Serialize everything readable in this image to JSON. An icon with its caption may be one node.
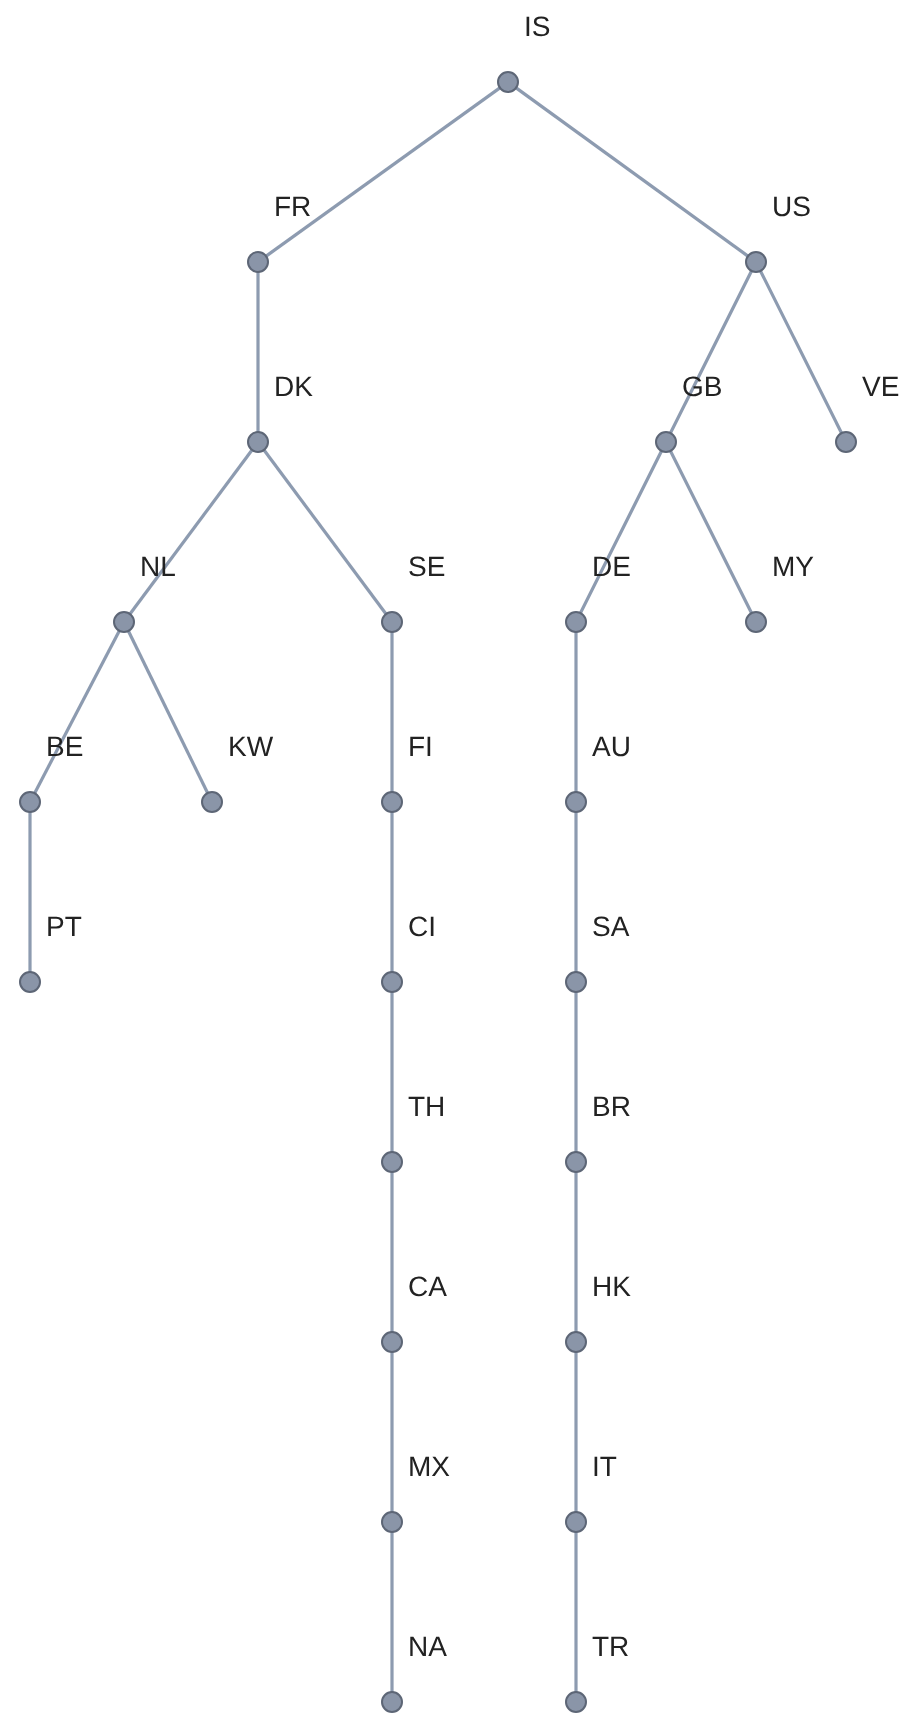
{
  "diagram": {
    "nodes": [
      {
        "text": [
          "IS"
        ]
      },
      {
        "text": [
          "FR"
        ]
      },
      {
        "text": [
          "US"
        ]
      },
      {
        "text": [
          "DK"
        ]
      },
      {
        "text": [
          "GB"
        ]
      },
      {
        "text": [
          "VE"
        ]
      },
      {
        "text": [
          "NL"
        ]
      },
      {
        "text": [
          "SE"
        ]
      },
      {
        "text": [
          "DE"
        ]
      },
      {
        "text": [
          "MY"
        ]
      },
      {
        "text": [
          "BE"
        ]
      },
      {
        "text": [
          "KW"
        ]
      },
      {
        "text": [
          "FI"
        ]
      },
      {
        "text": [
          "AU"
        ]
      },
      {
        "text": [
          "PT"
        ]
      },
      {
        "text": [
          "CI"
        ]
      },
      {
        "text": [
          "SA"
        ]
      },
      {
        "text": [
          "TH"
        ]
      },
      {
        "text": [
          "BR"
        ]
      },
      {
        "text": [
          "CA"
        ]
      },
      {
        "text": [
          "HK"
        ]
      },
      {
        "text": [
          "MX"
        ]
      },
      {
        "text": [
          "IT"
        ]
      },
      {
        "text": [
          "NA"
        ]
      },
      {
        "text": [
          "TR"
        ]
      }
    ],
    "edges": [
      {
        "from": 0,
        "to": 1,
        "arrow": "none"
      },
      {
        "from": 0,
        "to": 2,
        "arrow": "none"
      },
      {
        "from": 1,
        "to": 3,
        "arrow": "none"
      },
      {
        "from": 2,
        "to": 4,
        "arrow": "none"
      },
      {
        "from": 2,
        "to": 5,
        "arrow": "none"
      },
      {
        "from": 3,
        "to": 6,
        "arrow": "none"
      },
      {
        "from": 3,
        "to": 7,
        "arrow": "none"
      },
      {
        "from": 4,
        "to": 8,
        "arrow": "none"
      },
      {
        "from": 4,
        "to": 9,
        "arrow": "none"
      },
      {
        "from": 6,
        "to": 10,
        "arrow": "none"
      },
      {
        "from": 6,
        "to": 11,
        "arrow": "none"
      },
      {
        "from": 7,
        "to": 12,
        "arrow": "none"
      },
      {
        "from": 8,
        "to": 13,
        "arrow": "none"
      },
      {
        "from": 10,
        "to": 14,
        "arrow": "none"
      },
      {
        "from": 12,
        "to": 15,
        "arrow": "none"
      },
      {
        "from": 13,
        "to": 16,
        "arrow": "none"
      },
      {
        "from": 15,
        "to": 17,
        "arrow": "none"
      },
      {
        "from": 16,
        "to": 18,
        "arrow": "none"
      },
      {
        "from": 17,
        "to": 19,
        "arrow": "none"
      },
      {
        "from": 18,
        "to": 20,
        "arrow": "none"
      },
      {
        "from": 19,
        "to": 21,
        "arrow": "none"
      },
      {
        "from": 20,
        "to": 22,
        "arrow": "none"
      },
      {
        "from": 21,
        "to": 23,
        "arrow": "none"
      },
      {
        "from": 22,
        "to": 24,
        "arrow": "none"
      }
    ]
  }
}
